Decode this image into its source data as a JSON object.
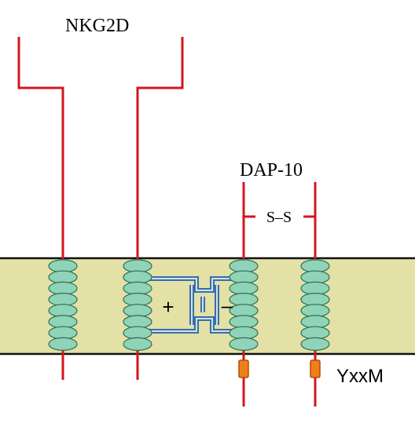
{
  "labels": {
    "nkg2d": "NKG2D",
    "dap10": "DAP-10",
    "disulfide": "S–S",
    "motif": "YxxM",
    "plus": "+",
    "minus": "–"
  },
  "colors": {
    "membrane_fill": "#e3e1a6",
    "membrane_border": "#111111",
    "chain": "#d4151f",
    "helix_fill": "#8fd3b8",
    "helix_stroke": "#2e6e55",
    "salt_bridge": "#3a6ea5",
    "motif_fill": "#ef7f1a",
    "motif_stroke": "#b04d06"
  }
}
